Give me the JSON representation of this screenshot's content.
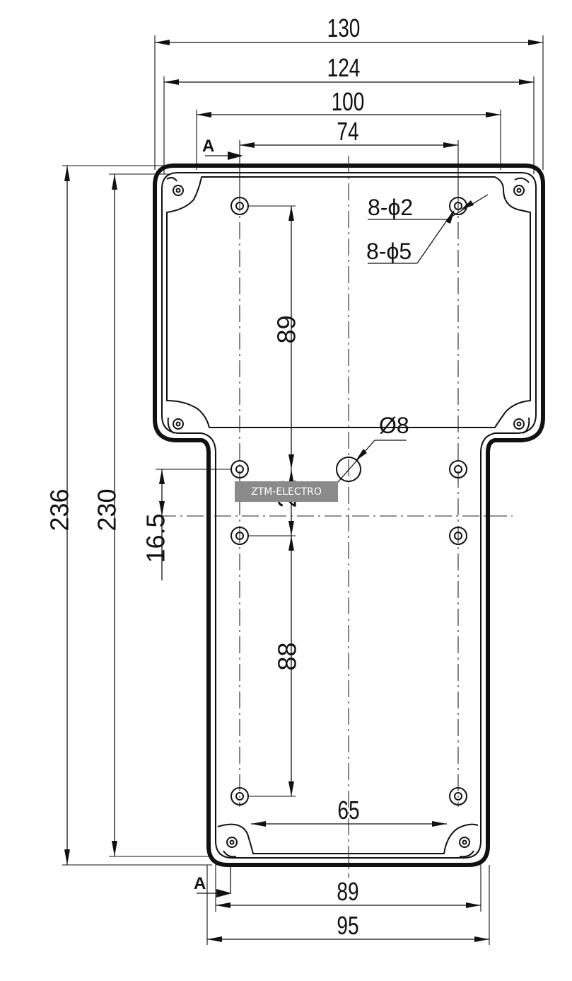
{
  "drawing": {
    "overall_width": "130",
    "width_124": "124",
    "width_100": "100",
    "hole_spacing_top": "74",
    "overall_height": "236",
    "height_230": "230",
    "hole_pitch_upper": "89",
    "hole_pitch_middle": "22",
    "offset_center": "16.5",
    "hole_pitch_lower": "88",
    "hole_spacing_bottom": "65",
    "bottom_width_89": "89",
    "bottom_width_95": "95",
    "callout_small_holes": "8-ϕ2",
    "callout_large_holes": "8-ϕ5",
    "center_hole": "Ø8",
    "section_marker_top": "A",
    "section_marker_bottom": "A"
  },
  "watermark": "ZTM-ELECTRO"
}
